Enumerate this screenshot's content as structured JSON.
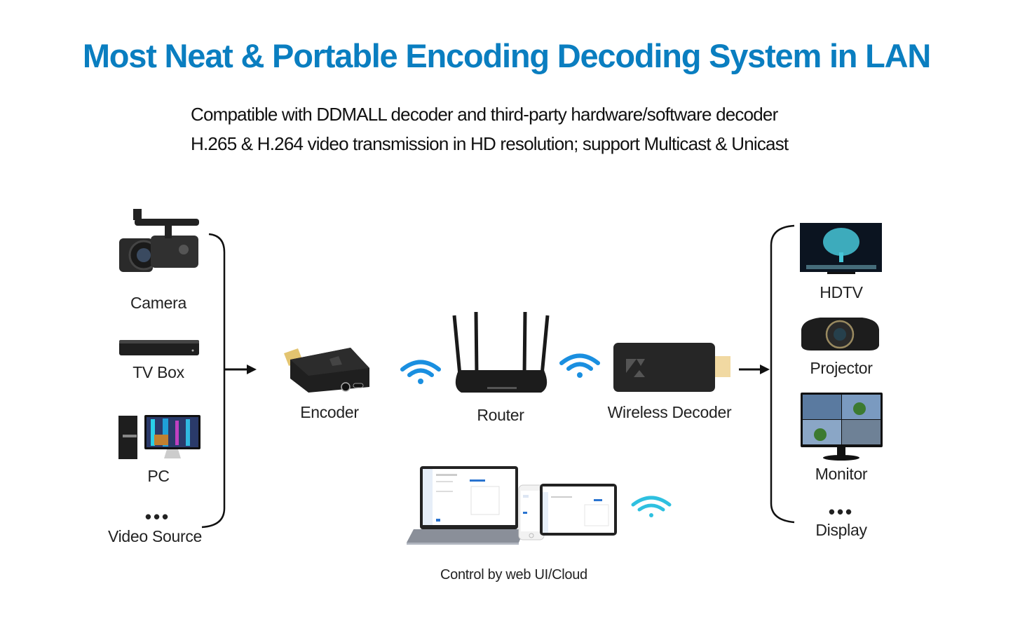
{
  "header": {
    "title": "Most Neat & Portable Encoding Decoding System in LAN",
    "subtitle_lines": [
      "Compatible with DDMALL decoder and third-party hardware/software decoder",
      "H.265 & H.264 video transmission in HD resolution; support Multicast & Unicast"
    ]
  },
  "colors": {
    "accent": "#0a7ec0",
    "wifi": "#1a8fe0",
    "text": "#222222"
  },
  "sources": {
    "items": [
      {
        "label": "Camera",
        "icon": "camcorder-icon"
      },
      {
        "label": "TV Box",
        "icon": "tv-box-icon"
      },
      {
        "label": "PC",
        "icon": "desktop-pc-icon"
      }
    ],
    "more": "•••",
    "group_label": "Video Source"
  },
  "chain": {
    "encoder": {
      "label": "Encoder",
      "icon": "hdmi-encoder-icon"
    },
    "router": {
      "label": "Router",
      "icon": "wifi-router-icon"
    },
    "decoder": {
      "label": "Wireless Decoder",
      "icon": "hdmi-decoder-icon"
    }
  },
  "displays": {
    "items": [
      {
        "label": "HDTV",
        "icon": "hdtv-icon"
      },
      {
        "label": "Projector",
        "icon": "projector-icon"
      },
      {
        "label": "Monitor",
        "icon": "monitor-icon"
      }
    ],
    "more": "•••",
    "group_label": "Display"
  },
  "control": {
    "caption": "Control by web UI/Cloud",
    "icons": [
      "laptop-icon",
      "phone-icon",
      "tablet-icon",
      "wifi-icon"
    ]
  }
}
